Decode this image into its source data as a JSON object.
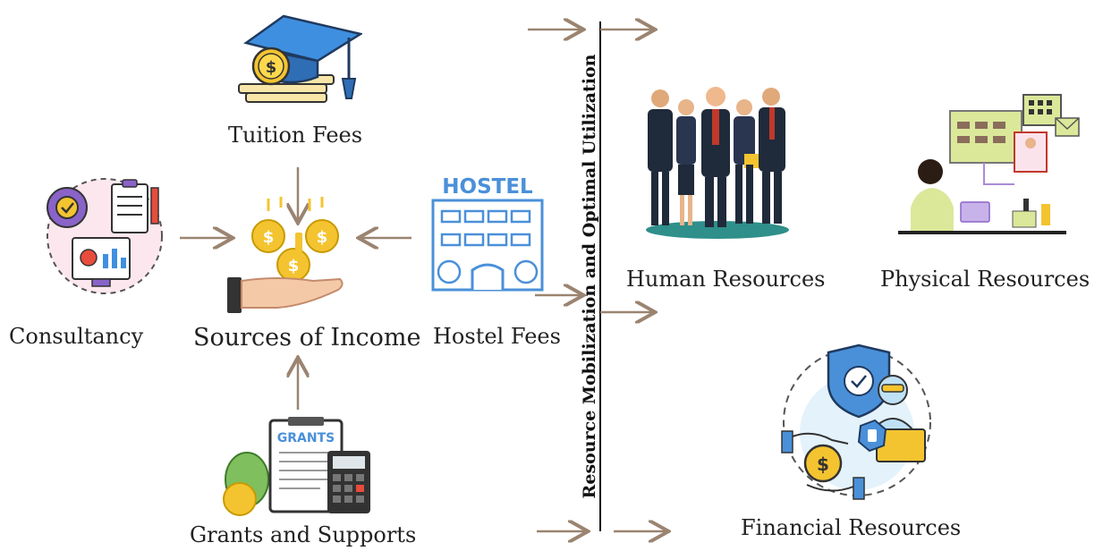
{
  "title": "Resource Mobilization and Optimal Utilization",
  "center": {
    "label": "Sources of Income"
  },
  "sources": {
    "tuition": "Tuition Fees",
    "consultancy": "Consultancy",
    "hostel": "Hostel Fees",
    "hostel_sign": "HOSTEL",
    "grants": "Grants and Supports",
    "grants_sign": "GRANTS"
  },
  "resources": {
    "human": "Human Resources",
    "physical": "Physical Resources",
    "financial": "Financial Resources"
  },
  "colors": {
    "arrow": "#9b8470",
    "blue": "#4a90d9",
    "gold": "#f4c430",
    "navy": "#1f3a5f",
    "purple": "#8a63c9",
    "lime": "#dbe89a"
  }
}
